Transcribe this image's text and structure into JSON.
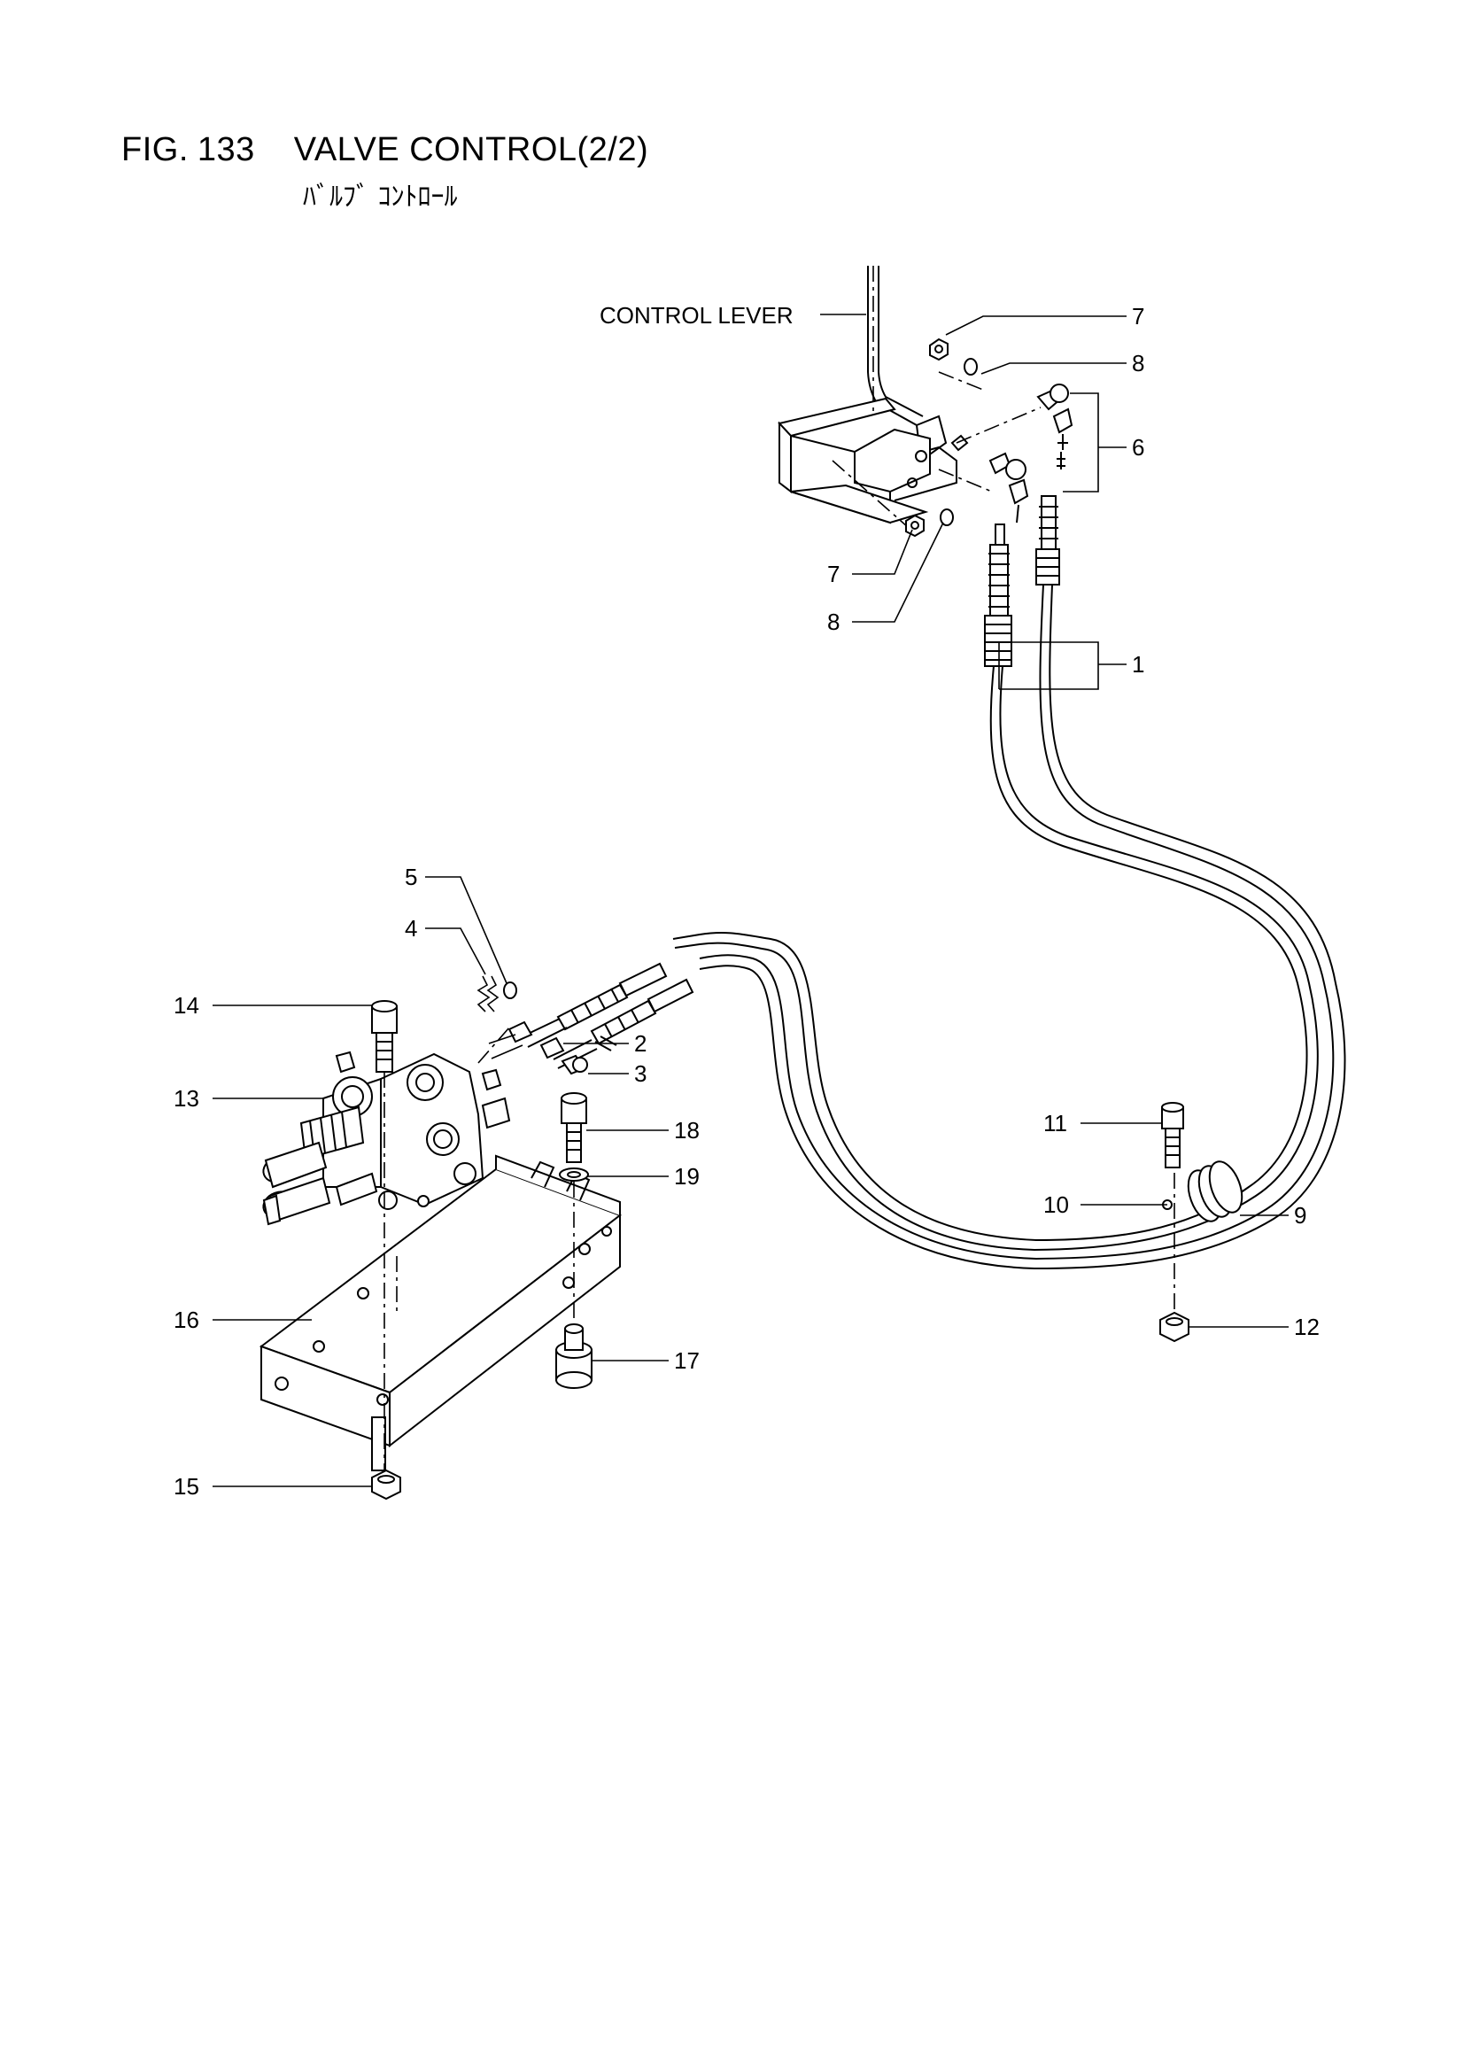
{
  "header": {
    "fig_label": "FIG.",
    "fig_number": "133",
    "title": "VALVE CONTROL(2/2)",
    "subtitle": "ﾊﾞﾙﾌﾞ ｺﾝﾄﾛｰﾙ"
  },
  "callouts": {
    "control_lever": "CONTROL LEVER",
    "p1": "1",
    "p2": "2",
    "p3": "3",
    "p4": "4",
    "p5": "5",
    "p6": "6",
    "p7a": "7",
    "p7b": "7",
    "p8a": "8",
    "p8b": "8",
    "p9": "9",
    "p10": "10",
    "p11": "11",
    "p12": "12",
    "p13": "13",
    "p14": "14",
    "p15": "15",
    "p16": "16",
    "p17": "17",
    "p18": "18",
    "p19": "19"
  }
}
